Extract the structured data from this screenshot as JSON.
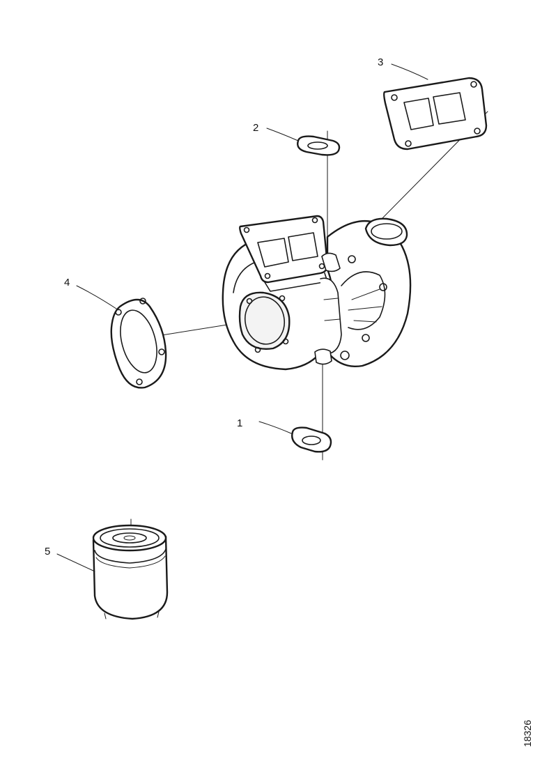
{
  "diagram": {
    "figure_id": "18326",
    "callouts": [
      {
        "label": "1",
        "part": "gasket-small-lower"
      },
      {
        "label": "2",
        "part": "gasket-small-upper"
      },
      {
        "label": "3",
        "part": "gasket-rectangular-flange"
      },
      {
        "label": "4",
        "part": "gasket-round-flange"
      },
      {
        "label": "5",
        "part": "oil-filter"
      }
    ],
    "colors": {
      "line": "#1a1a1a",
      "background": "#ffffff"
    }
  }
}
